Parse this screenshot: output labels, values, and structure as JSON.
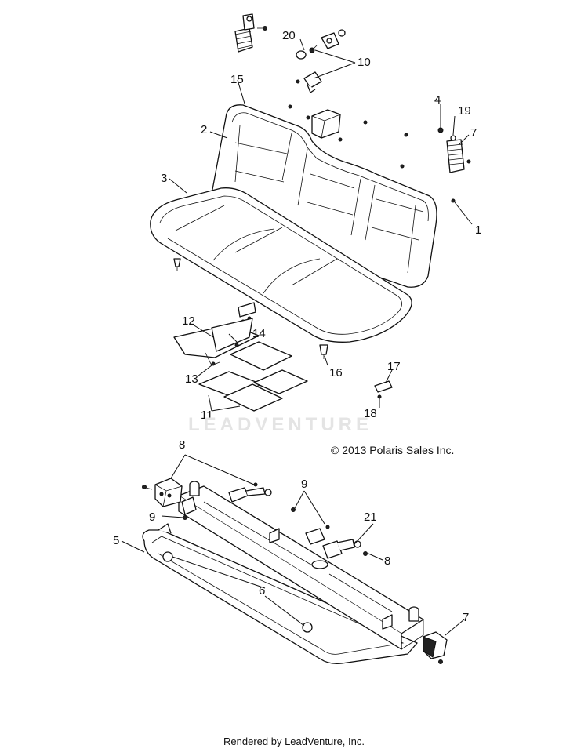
{
  "copyright": "© 2013 Polaris Sales Inc.",
  "footer": "Rendered by LeadVenture, Inc.",
  "watermark": "LEADVENTURE",
  "callouts": {
    "c1": "1",
    "c2": "2",
    "c3": "3",
    "c4": "4",
    "c5": "5",
    "c6": "6",
    "c7a": "7",
    "c7b": "7",
    "c8a": "8",
    "c8b": "8",
    "c9a": "9",
    "c9b": "9",
    "c10": "10",
    "c11": "11",
    "c12": "12",
    "c13": "13",
    "c14": "14",
    "c15": "15",
    "c16": "16",
    "c17": "17",
    "c18": "18",
    "c19": "19",
    "c20": "20",
    "c21": "21"
  }
}
